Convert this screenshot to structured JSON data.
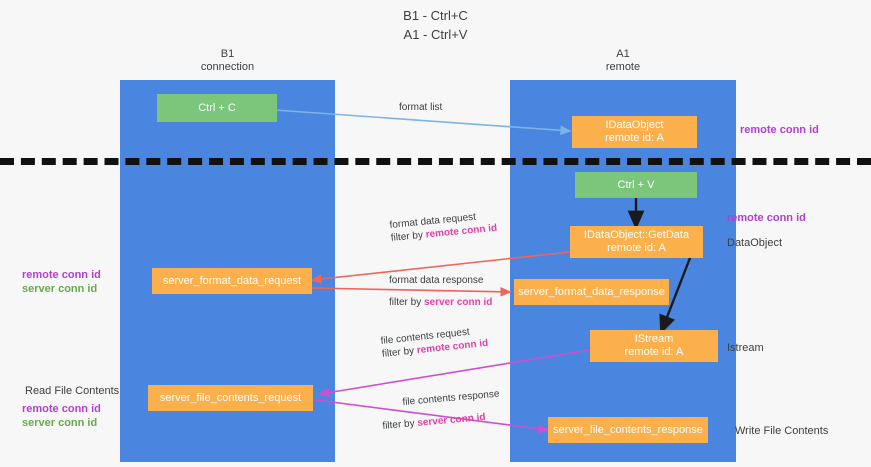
{
  "title": {
    "line1": "B1 - Ctrl+C",
    "line2": "A1 - Ctrl+V"
  },
  "lanes": [
    {
      "name": "B1",
      "subtitle": "connection",
      "color": "#4a86e0"
    },
    {
      "name": "A1",
      "subtitle": "remote",
      "color": "#4a86e0"
    }
  ],
  "nodes": {
    "ctrl_c": "Ctrl + C",
    "ctrl_v": "Ctrl + V",
    "idataobject_title": "IDataObject",
    "idataobject_sub": "remote id: A",
    "getdata_title": "IDataObject::GetData",
    "getdata_sub": "remote id: A",
    "istream_title": "IStream",
    "istream_sub": "remote id: A",
    "server_format_data_request": "server_format_data_request",
    "server_format_data_response": "server_format_data_response",
    "server_file_contents_request": "server_file_contents_request",
    "server_file_contents_response": "server_file_contents_response"
  },
  "edges": {
    "format_list": "format list",
    "format_data_request": "format data request",
    "format_data_request_filter_prefix": "filter by ",
    "format_data_request_filter_key": "remote conn id",
    "format_data_response": "format data response",
    "format_data_response_filter_prefix": "filter by ",
    "format_data_response_filter_key": "server conn id",
    "file_contents_request": "file contents request",
    "file_contents_request_filter_prefix": "filter by ",
    "file_contents_request_filter_key": "remote conn id",
    "file_contents_response": "file contents response",
    "file_contents_response_filter_prefix": "filter by ",
    "file_contents_response_filter_key": "server conn id"
  },
  "side_labels": {
    "right_remote_conn_id_1": "remote conn id",
    "right_remote_conn_id_2": "remote conn id",
    "right_dataobject": "DataObject",
    "right_istream": "Istream",
    "right_write_file_contents": "Write File Contents",
    "left_remote_conn_id_1": "remote conn id",
    "left_server_conn_id_1": "server conn id",
    "left_read_file_contents": "Read File Contents",
    "left_remote_conn_id_2": "remote conn id",
    "left_server_conn_id_2": "server conn id"
  },
  "colors": {
    "lane": "#4a86e0",
    "green_node": "#7bc67b",
    "orange_node": "#fbb04c",
    "purple": "#b23fd0",
    "green_text": "#6aa84f",
    "pink": "#e040a8",
    "arrow_blue": "#7cb4e8",
    "arrow_red": "#f0645a",
    "arrow_magenta": "#cf4fd0",
    "arrow_black": "#1a1a1a",
    "divider": "#111111",
    "background": "#f7f7f7"
  }
}
